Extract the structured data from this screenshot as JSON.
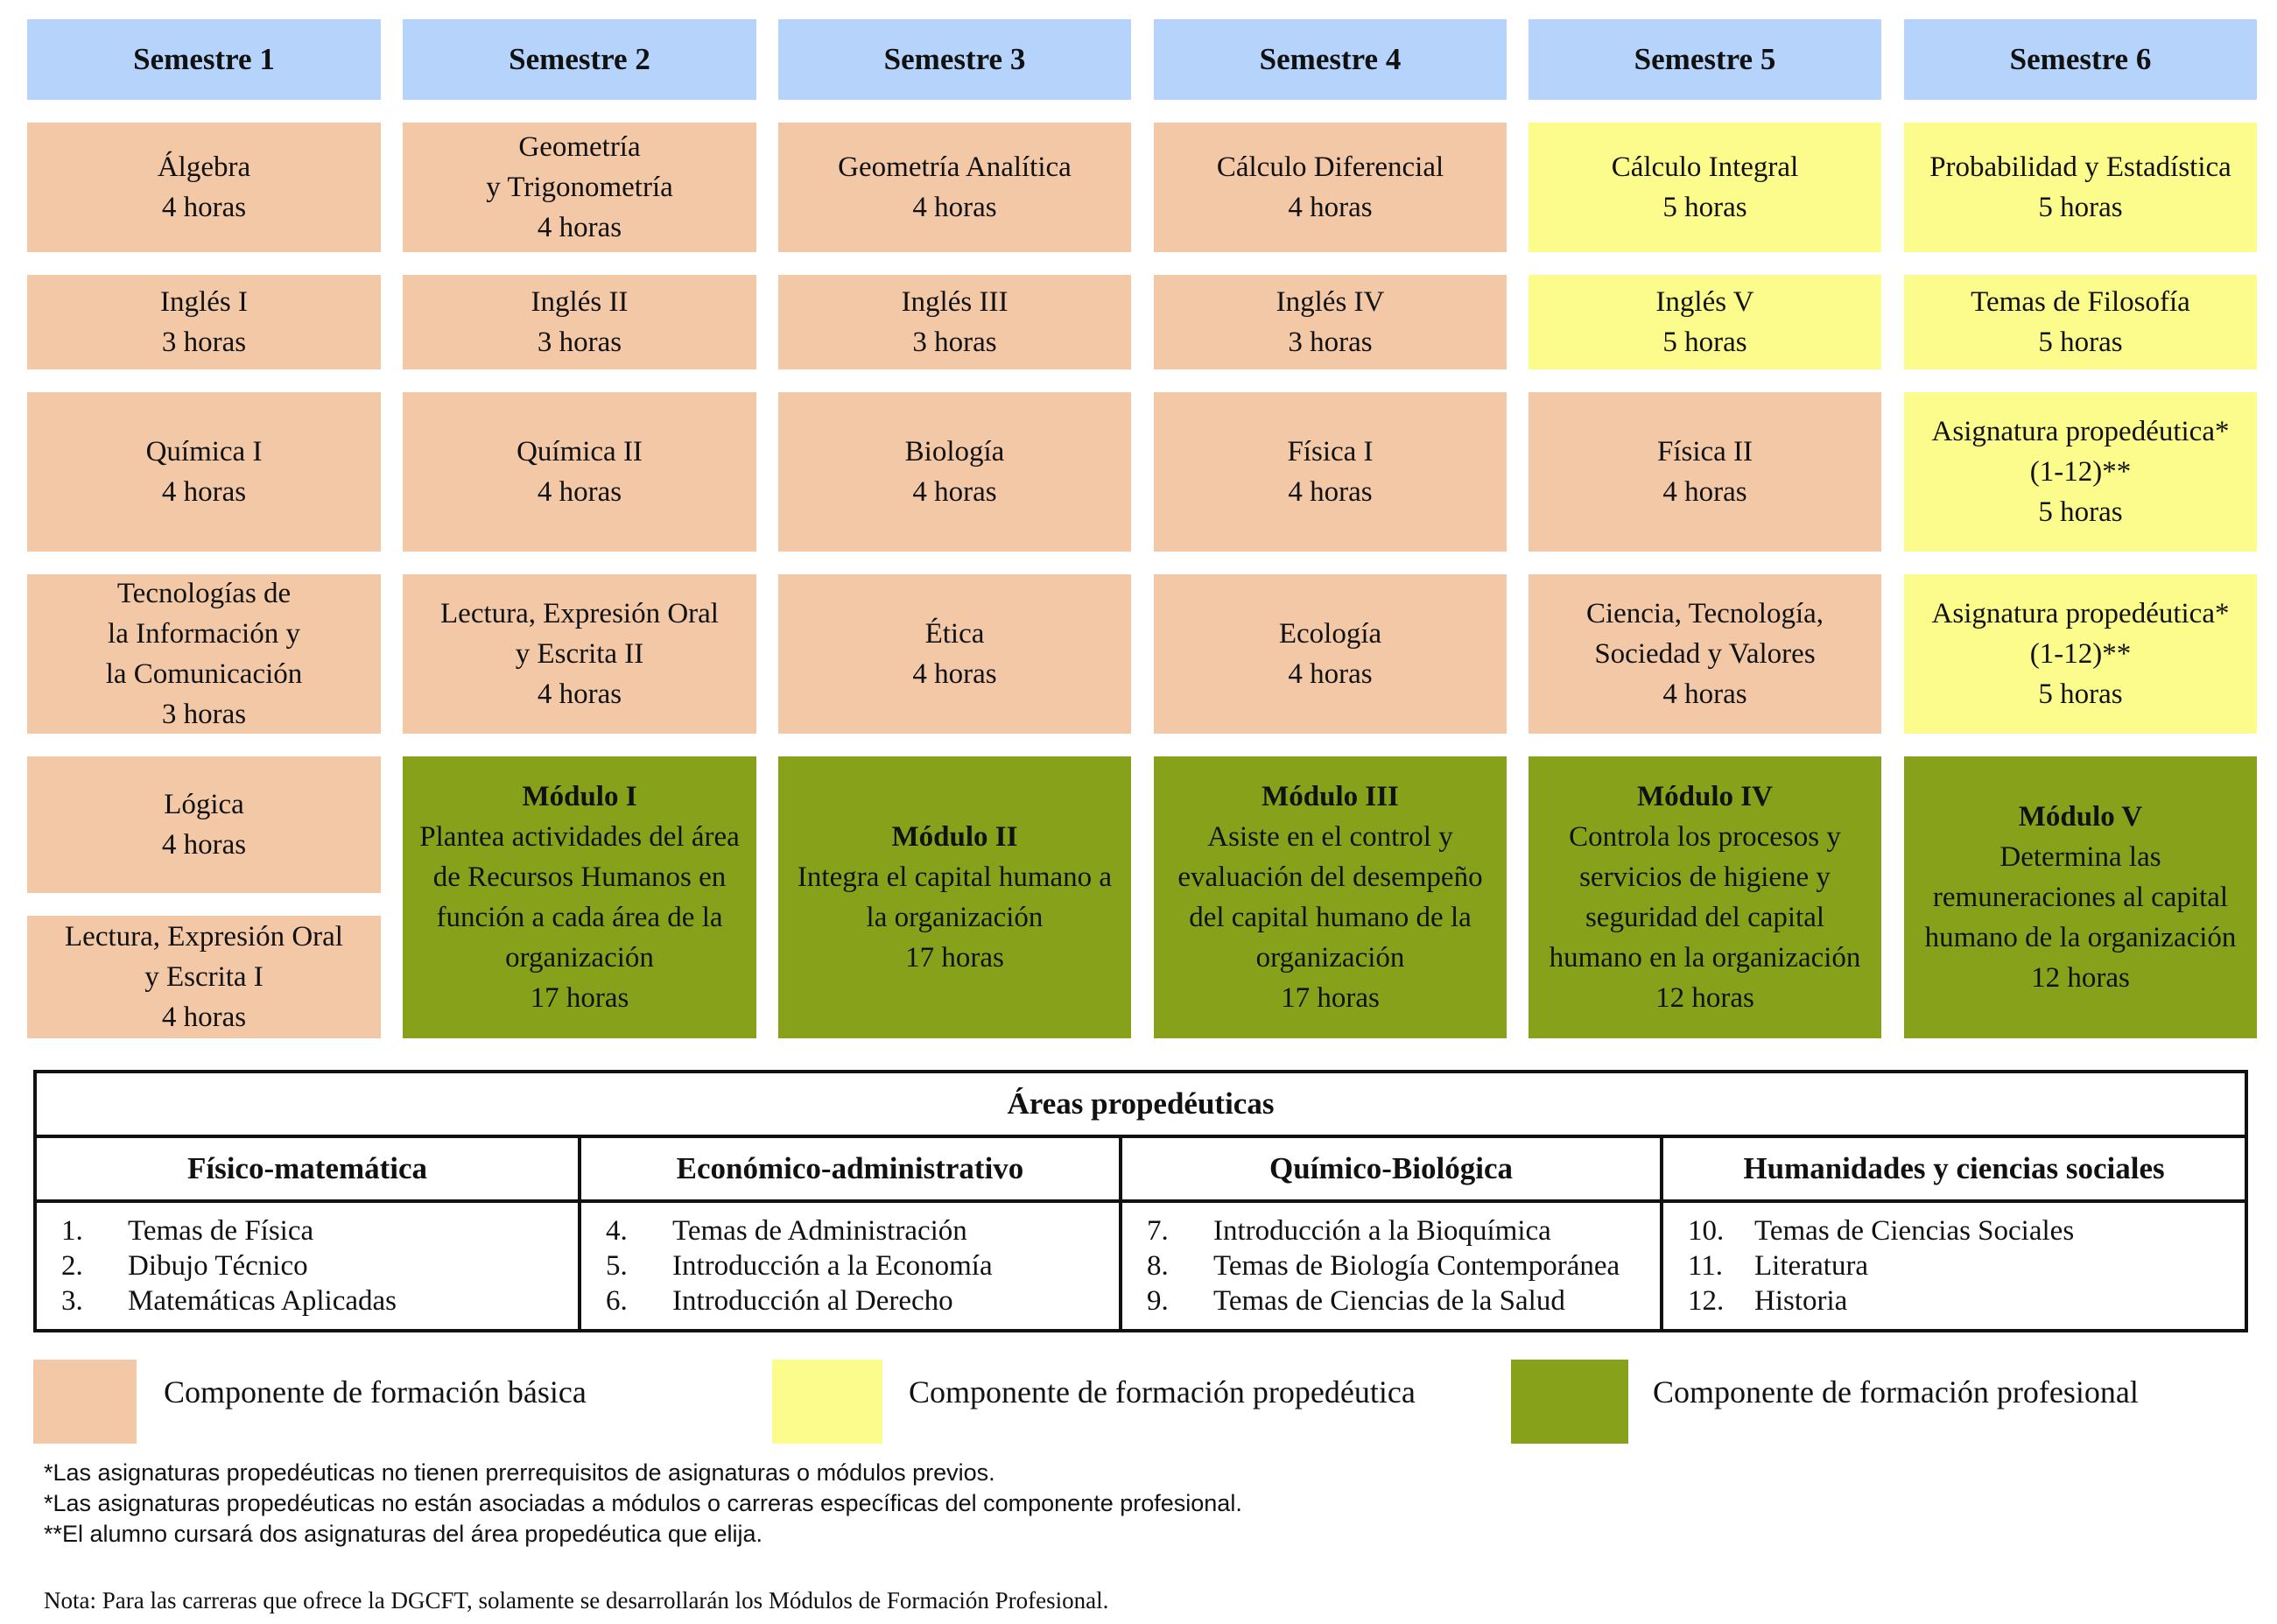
{
  "semesters": [
    "Semestre 1",
    "Semestre 2",
    "Semestre 3",
    "Semestre 4",
    "Semestre 5",
    "Semestre 6"
  ],
  "subjects": {
    "s1": [
      {
        "lines": [
          "Álgebra",
          "4 horas"
        ],
        "component": "basica"
      },
      {
        "lines": [
          "Inglés I",
          "3 horas"
        ],
        "component": "basica"
      },
      {
        "lines": [
          "Química I",
          "4 horas"
        ],
        "component": "basica"
      },
      {
        "lines": [
          "Tecnologías de",
          "la Información y",
          "la Comunicación",
          "3 horas"
        ],
        "component": "basica"
      },
      {
        "lines": [
          "Lógica",
          "4 horas"
        ],
        "component": "basica"
      },
      {
        "lines": [
          "Lectura, Expresión Oral",
          "y Escrita I",
          "4 horas"
        ],
        "component": "basica"
      }
    ],
    "s2": [
      {
        "lines": [
          "Geometría",
          "y Trigonometría",
          "4 horas"
        ],
        "component": "basica"
      },
      {
        "lines": [
          "Inglés II",
          "3 horas"
        ],
        "component": "basica"
      },
      {
        "lines": [
          "Química II",
          "4 horas"
        ],
        "component": "basica"
      },
      {
        "lines": [
          "Lectura, Expresión Oral",
          "y Escrita II",
          "4 horas"
        ],
        "component": "basica"
      },
      {
        "title": "Módulo I",
        "lines": [
          "Plantea actividades del área",
          "de Recursos Humanos en",
          "función a cada área de la",
          "organización",
          "17 horas"
        ],
        "component": "profesional"
      }
    ],
    "s3": [
      {
        "lines": [
          "Geometría Analítica",
          "4 horas"
        ],
        "component": "basica"
      },
      {
        "lines": [
          "Inglés III",
          "3 horas"
        ],
        "component": "basica"
      },
      {
        "lines": [
          "Biología",
          "4 horas"
        ],
        "component": "basica"
      },
      {
        "lines": [
          "Ética",
          "4 horas"
        ],
        "component": "basica"
      },
      {
        "title": "Módulo II",
        "lines": [
          "Integra el capital humano a",
          "la organización",
          "17 horas"
        ],
        "component": "profesional"
      }
    ],
    "s4": [
      {
        "lines": [
          "Cálculo Diferencial",
          "4 horas"
        ],
        "component": "basica"
      },
      {
        "lines": [
          "Inglés IV",
          "3 horas"
        ],
        "component": "basica"
      },
      {
        "lines": [
          "Física I",
          "4 horas"
        ],
        "component": "basica"
      },
      {
        "lines": [
          "Ecología",
          "4 horas"
        ],
        "component": "basica"
      },
      {
        "title": "Módulo III",
        "lines": [
          "Asiste en el control y",
          "evaluación del desempeño",
          "del capital humano de la",
          "organización",
          "17 horas"
        ],
        "component": "profesional"
      }
    ],
    "s5": [
      {
        "lines": [
          "Cálculo Integral",
          "5 horas"
        ],
        "component": "propedeutica"
      },
      {
        "lines": [
          "Inglés V",
          "5 horas"
        ],
        "component": "propedeutica"
      },
      {
        "lines": [
          "Física II",
          "4 horas"
        ],
        "component": "basica"
      },
      {
        "lines": [
          "Ciencia, Tecnología,",
          "Sociedad y Valores",
          "4 horas"
        ],
        "component": "basica"
      },
      {
        "title": "Módulo IV",
        "lines": [
          "Controla los procesos y",
          "servicios de higiene y",
          "seguridad del capital",
          "humano en la organización",
          "12 horas"
        ],
        "component": "profesional"
      }
    ],
    "s6": [
      {
        "lines": [
          "Probabilidad y Estadística",
          "5 horas"
        ],
        "component": "propedeutica"
      },
      {
        "lines": [
          "Temas de Filosofía",
          "5 horas"
        ],
        "component": "propedeutica"
      },
      {
        "lines": [
          "Asignatura propedéutica*",
          "(1-12)**",
          "5 horas"
        ],
        "component": "propedeutica"
      },
      {
        "lines": [
          "Asignatura propedéutica*",
          "(1-12)**",
          "5 horas"
        ],
        "component": "propedeutica"
      },
      {
        "title": "Módulo V",
        "lines": [
          "Determina las",
          "remuneraciones al capital",
          "humano de la organización",
          "12 horas"
        ],
        "component": "profesional"
      }
    ]
  },
  "areas": {
    "title": "Áreas propedéuticas",
    "columns": [
      {
        "name": "Físico-matemática",
        "items": [
          {
            "num": "1.",
            "text": "Temas de Física"
          },
          {
            "num": "2.",
            "text": "Dibujo Técnico"
          },
          {
            "num": "3.",
            "text": "Matemáticas Aplicadas"
          }
        ]
      },
      {
        "name": "Económico-administrativo",
        "items": [
          {
            "num": "4.",
            "text": "Temas de Administración"
          },
          {
            "num": "5.",
            "text": "Introducción a la Economía"
          },
          {
            "num": "6.",
            "text": "Introducción al Derecho"
          }
        ]
      },
      {
        "name": "Químico-Biológica",
        "items": [
          {
            "num": "7.",
            "text": "Introducción a la Bioquímica"
          },
          {
            "num": "8.",
            "text": "Temas de Biología Contemporánea"
          },
          {
            "num": "9.",
            "text": "Temas de Ciencias de la Salud"
          }
        ]
      },
      {
        "name": "Humanidades y ciencias sociales",
        "items": [
          {
            "num": "10.",
            "text": "Temas de Ciencias Sociales"
          },
          {
            "num": "11.",
            "text": "Literatura"
          },
          {
            "num": "12.",
            "text": "Historia"
          }
        ]
      }
    ]
  },
  "legend": [
    {
      "label": "Componente de formación básica",
      "color": "#f2c8a6"
    },
    {
      "label": "Componente de formación propedéutica",
      "color": "#fbfc8b"
    },
    {
      "label": "Componente de formación profesional",
      "color": "#87a21a"
    }
  ],
  "notes": [
    "*Las asignaturas propedéuticas no tienen prerrequisitos de asignaturas o módulos previos.",
    "*Las asignaturas propedéuticas no están asociadas a módulos o carreras específicas del componente profesional.",
    "**El alumno cursará dos asignaturas del área propedéutica que elija."
  ],
  "footnote": "Nota: Para las carreras que ofrece la DGCFT, solamente se desarrollarán los Módulos de Formación Profesional.",
  "colors": {
    "header": "#b6d4fb",
    "basica": "#f2c8a6",
    "propedeutica": "#fbfc8b",
    "profesional": "#87a21a"
  }
}
